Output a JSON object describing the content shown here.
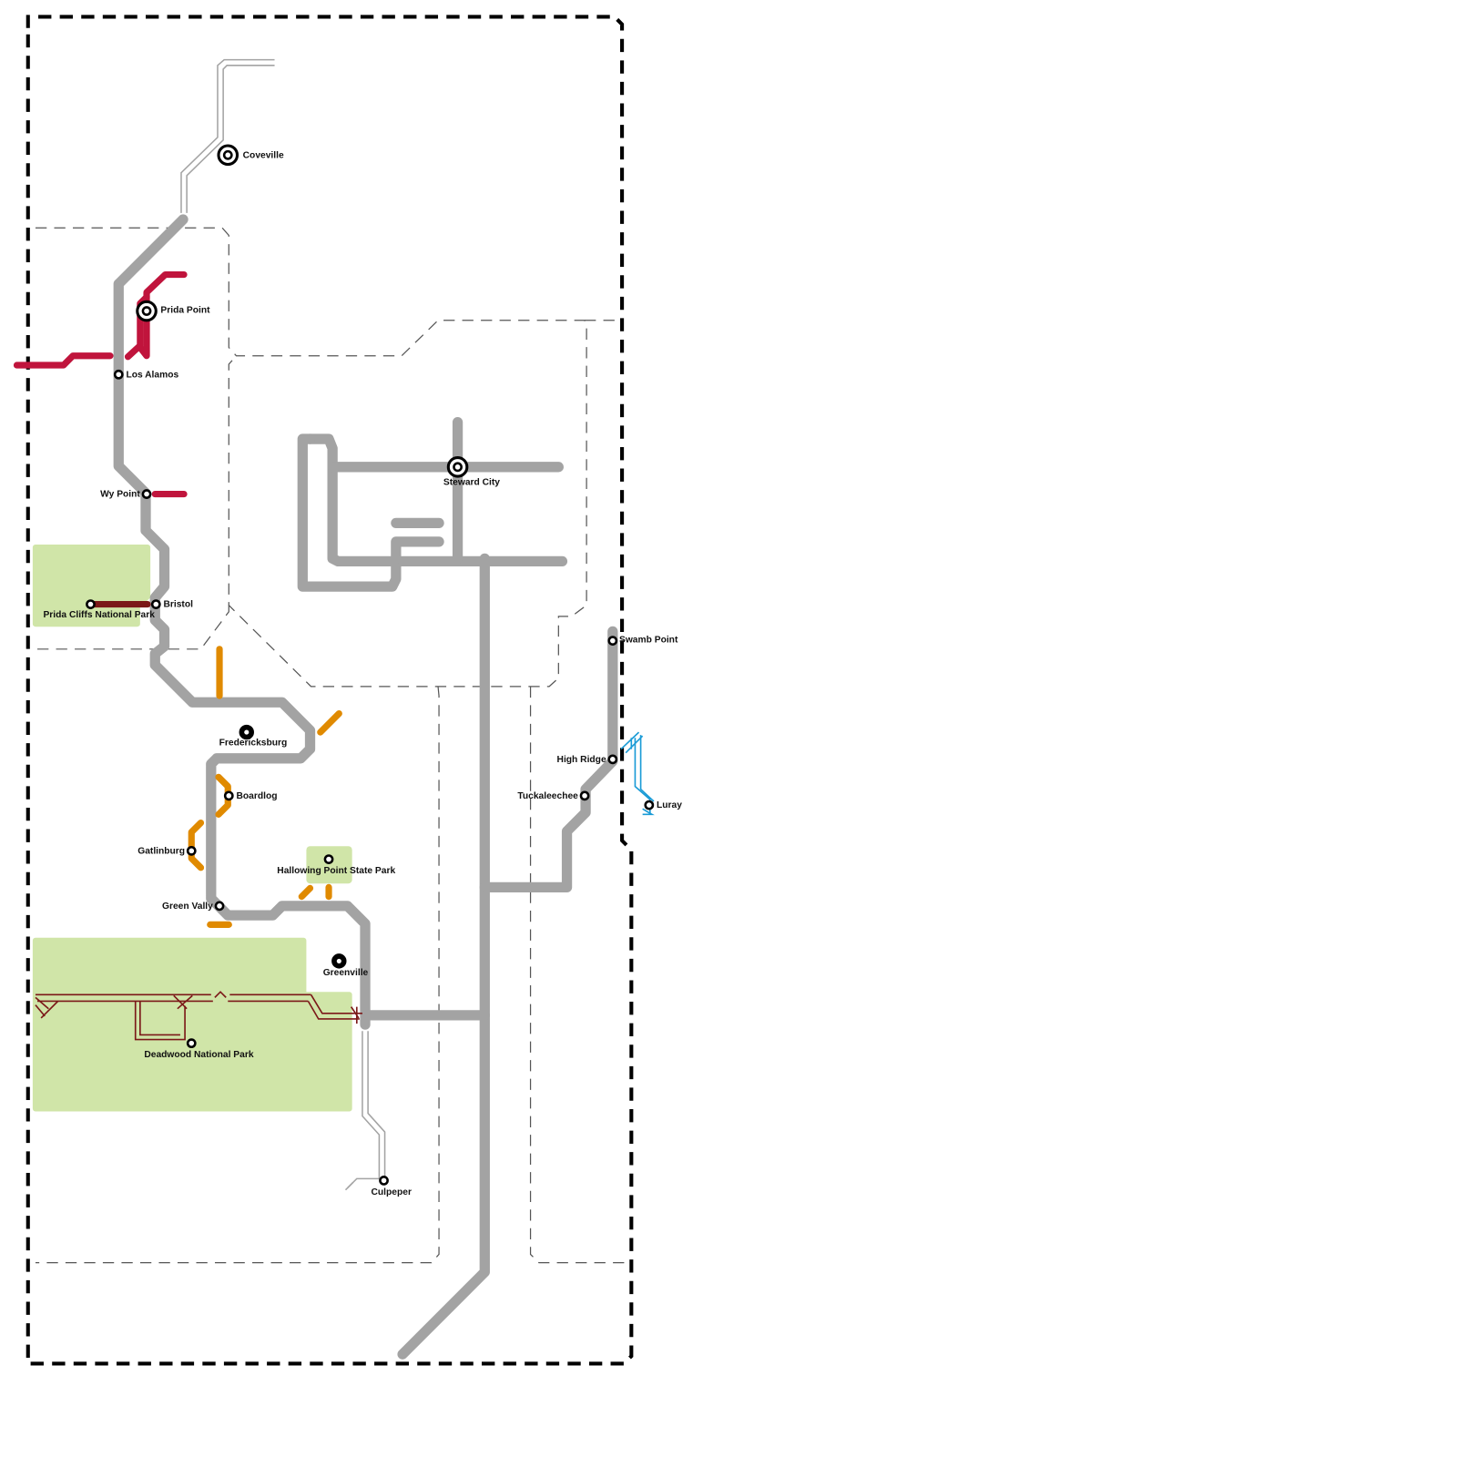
{
  "map": {
    "title": "Transit / road network map",
    "colors": {
      "background": "#ffffff",
      "highway": "#a3a3a3",
      "red_line": "#c0143c",
      "maroon_line": "#7b1818",
      "orange_line": "#e08a00",
      "blue_line": "#1a9bd6",
      "park": "#d0e5a8",
      "outer_border": "#000000",
      "inner_border": "#555555",
      "station_ring": "#000000"
    },
    "stations": [
      {
        "name": "Coveville",
        "type": "capital"
      },
      {
        "name": "Prida Point",
        "type": "capital"
      },
      {
        "name": "Los Alamos",
        "type": "stop"
      },
      {
        "name": "Wy Point",
        "type": "stop"
      },
      {
        "name": "Bristol",
        "type": "stop"
      },
      {
        "name": "Prida Cliffs National Park",
        "type": "stop"
      },
      {
        "name": "Steward City",
        "type": "capital"
      },
      {
        "name": "Fredericksburg",
        "type": "city"
      },
      {
        "name": "Boardlog",
        "type": "stop"
      },
      {
        "name": "Gatlinburg",
        "type": "stop"
      },
      {
        "name": "Hallowing Point State Park",
        "type": "stop"
      },
      {
        "name": "Green Vally",
        "type": "stop"
      },
      {
        "name": "Greenville",
        "type": "city"
      },
      {
        "name": "Deadwood National Park",
        "type": "stop"
      },
      {
        "name": "Culpeper",
        "type": "stop"
      },
      {
        "name": "Swamb Point",
        "type": "stop"
      },
      {
        "name": "High Ridge",
        "type": "stop"
      },
      {
        "name": "Tuckaleechee",
        "type": "stop"
      },
      {
        "name": "Luray",
        "type": "stop"
      }
    ],
    "parks": [
      "Prida Cliffs National Park",
      "Hallowing Point State Park",
      "Deadwood National Park"
    ],
    "legend_icons": {
      "capital": "double-ring-station-icon",
      "city": "filled-dot-station-icon",
      "stop": "ring-station-icon"
    }
  }
}
